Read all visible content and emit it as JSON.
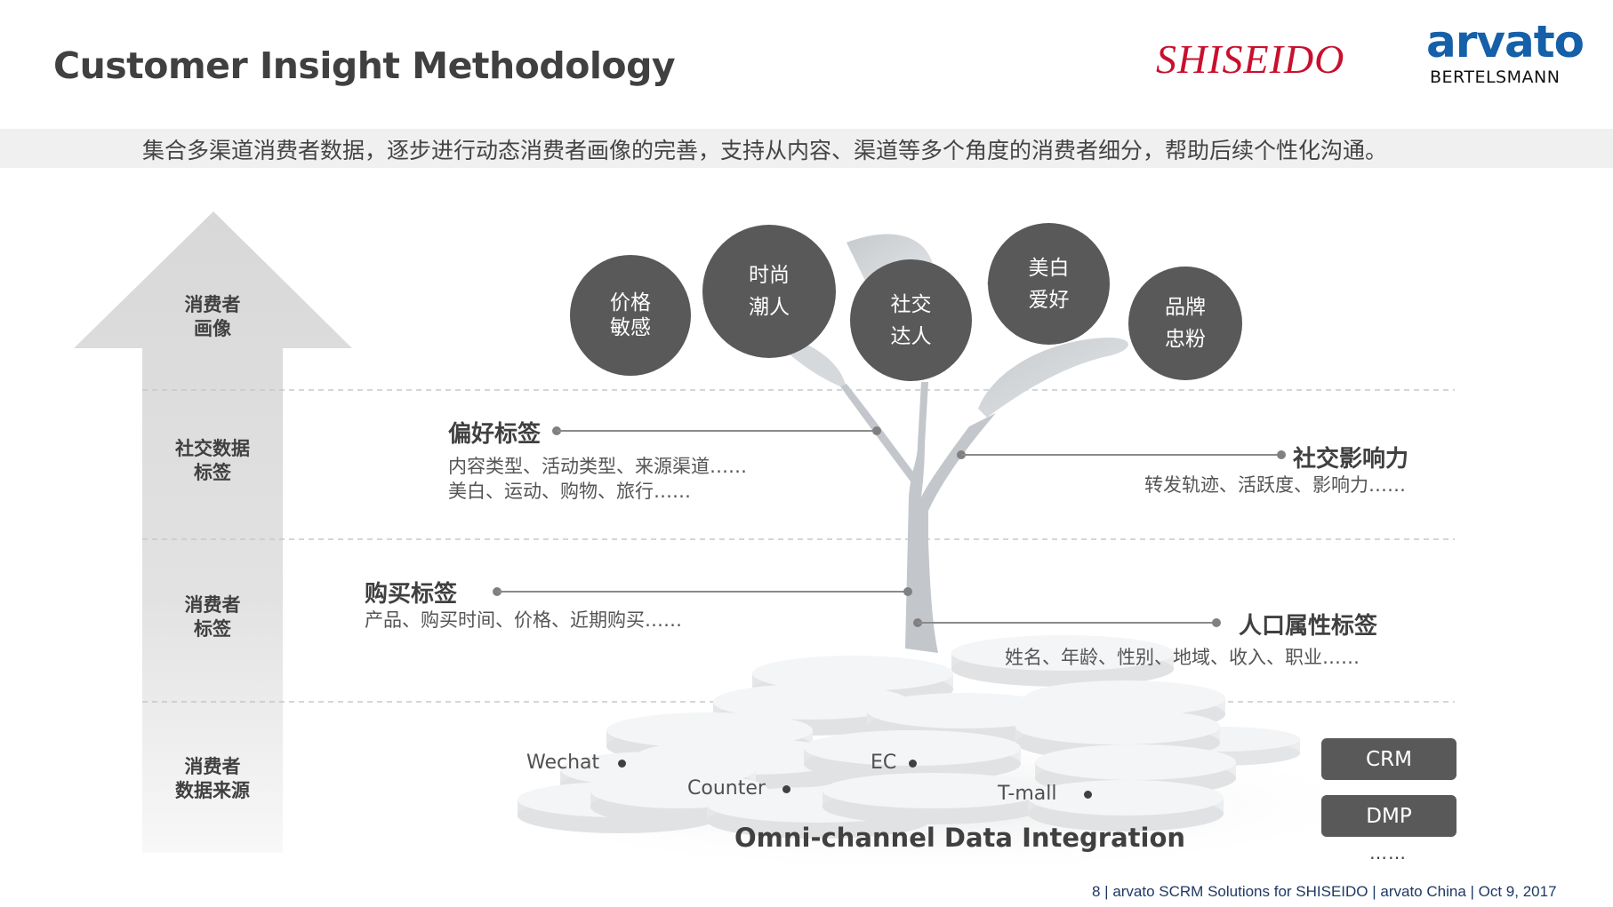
{
  "header": {
    "title": "Customer Insight Methodology",
    "logos": {
      "shiseido": "SHISEIDO",
      "arvato": "arvato",
      "arvato_sub": "BERTELSMANN"
    }
  },
  "banner": {
    "text": "集合多渠道消费者数据，逐步进行动态消费者画像的完善，支持从内容、渠道等多个角度的消费者细分，帮助后续个性化沟通。"
  },
  "levels": [
    {
      "line1": "消费者",
      "line2": "画像"
    },
    {
      "line1": "社交数据",
      "line2": "标签"
    },
    {
      "line1": "消费者",
      "line2": "标签"
    },
    {
      "line1": "消费者",
      "line2": "数据来源"
    }
  ],
  "personas": [
    {
      "line1": "价格",
      "line2": "敏感"
    },
    {
      "line1": "时尚",
      "line2": "潮人"
    },
    {
      "line1": "社交",
      "line2": "达人"
    },
    {
      "line1": "美白",
      "line2": "爱好"
    },
    {
      "line1": "品牌",
      "line2": "忠粉"
    }
  ],
  "tags": {
    "preference": {
      "title": "偏好标签",
      "desc1": "内容类型、活动类型、来源渠道……",
      "desc2": "美白、运动、购物、旅行……"
    },
    "social": {
      "title": "社交影响力",
      "desc1": "转发轨迹、活跃度、影响力……"
    },
    "purchase": {
      "title": "购买标签",
      "desc1": "产品、购买时间、价格、近期购买……"
    },
    "demographic": {
      "title": "人口属性标签",
      "desc1": "姓名、年龄、性别、地域、收入、职业……"
    }
  },
  "channels": [
    {
      "label": "Wechat"
    },
    {
      "label": "EC"
    },
    {
      "label": "Counter"
    },
    {
      "label": "T-mall"
    }
  ],
  "integration_title": "Omni-channel Data Integration",
  "systems": [
    {
      "label": "CRM"
    },
    {
      "label": "DMP"
    }
  ],
  "systems_more": "……",
  "footer": {
    "text": "8 | arvato SCRM Solutions for SHISEIDO  | arvato China | Oct 9, 2017"
  },
  "colors": {
    "circle": "#595959",
    "shiseido_red": "#c8102e",
    "arvato_blue": "#1560a8",
    "banner_bg": "#f0f0f0",
    "tree": "#c3c7cb"
  }
}
